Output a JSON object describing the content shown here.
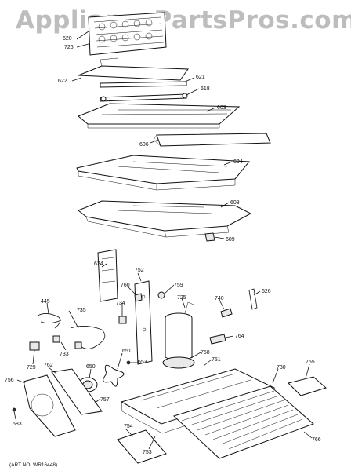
{
  "watermark": "AppliancePartsPros.com",
  "art_number": "(ART NO. WR16448)",
  "callouts": {
    "c620": "620",
    "c726": "726",
    "c622": "622",
    "c621": "621",
    "c618": "618",
    "c603": "603",
    "c606": "606",
    "c604": "604",
    "c608": "608",
    "c609": "609",
    "c624": "624",
    "c752": "752",
    "c759": "759",
    "c760": "760",
    "c734": "734",
    "c725": "725",
    "c740": "740",
    "c626": "626",
    "c445": "445",
    "c735": "735",
    "c733": "733",
    "c764": "764",
    "c651": "651",
    "c653": "653",
    "c758": "758",
    "c751": "751",
    "c729": "729",
    "c762": "762",
    "c650": "650",
    "c730": "730",
    "c755": "755",
    "c756": "756",
    "c757": "757",
    "c683": "683",
    "c754": "754",
    "c753": "753",
    "c766": "766"
  }
}
